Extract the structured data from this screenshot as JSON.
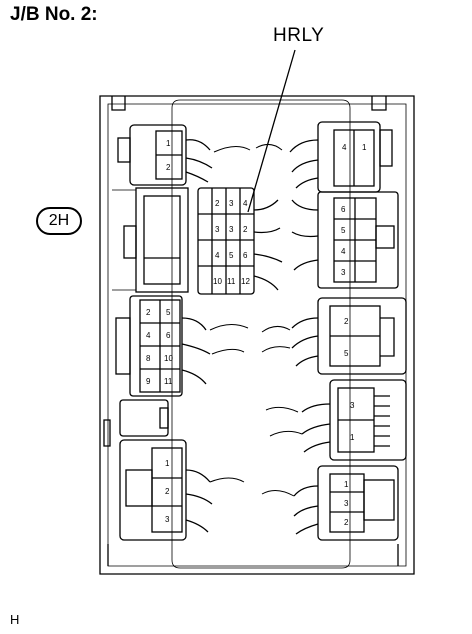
{
  "title": "J/B No. 2:",
  "callout": "HRLY",
  "connector_label": "2H",
  "footer": "H",
  "pins": {
    "topLeft": [
      "1",
      "2"
    ],
    "topRight": [
      "4",
      "1"
    ],
    "hrlyA": [
      "2",
      "3",
      "4",
      "10"
    ],
    "hrlyB": [
      "3",
      "3",
      "5",
      "11"
    ],
    "hrlyC": [
      "4",
      "2",
      "6",
      "12"
    ],
    "rightBlock": [
      "6",
      "5",
      "4",
      "3"
    ],
    "midLeft": [
      "5",
      "6",
      "10",
      "11"
    ],
    "midLeftB": [
      "2",
      "4",
      "8",
      "9"
    ],
    "rightRelay1": [
      "2",
      "5"
    ],
    "rightRelay2": [
      "3",
      "1"
    ],
    "botLeft": [
      "1",
      "2",
      "3"
    ],
    "botRight": [
      "1",
      "3",
      "2"
    ]
  }
}
